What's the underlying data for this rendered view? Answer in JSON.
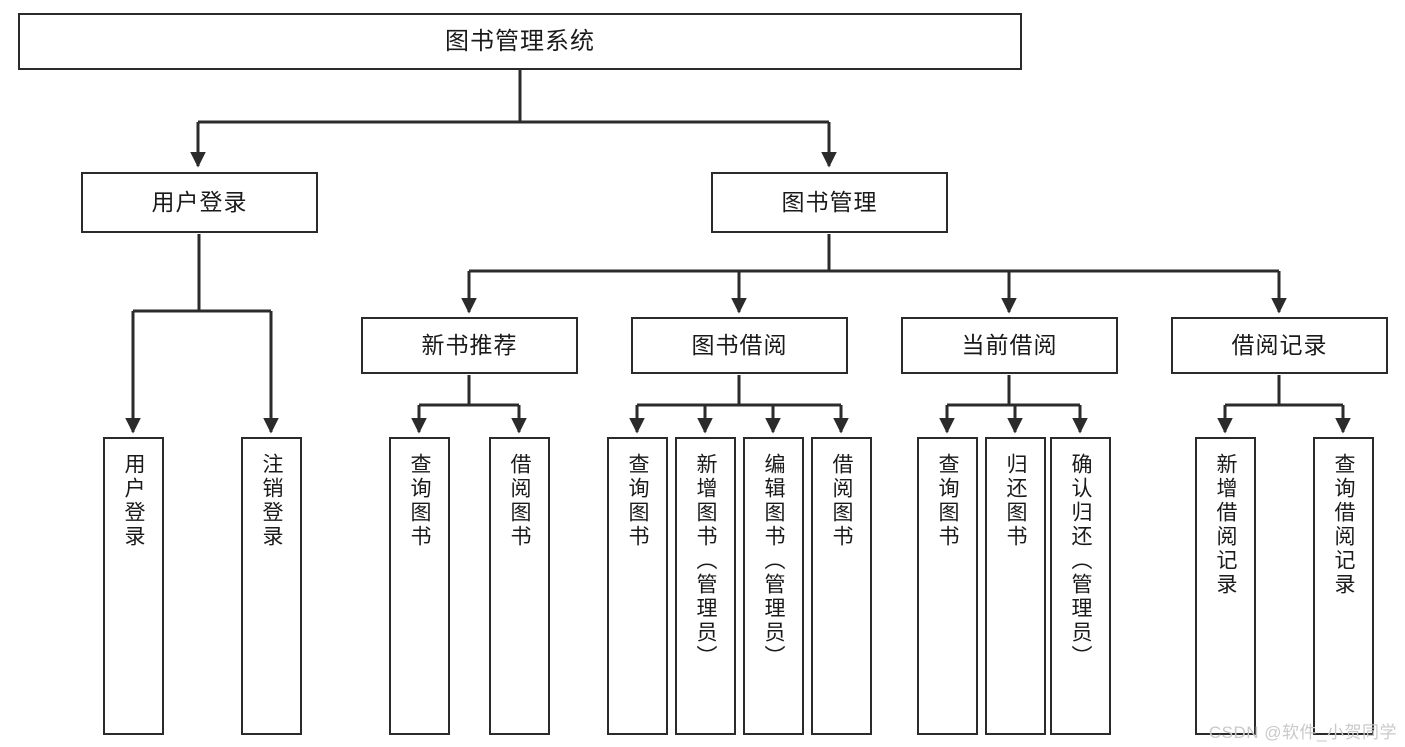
{
  "diagram": {
    "title": "图书管理系统",
    "type": "hierarchy-tree",
    "watermark": "CSDN @软件_小贺同学",
    "colors": {
      "stroke": "#2b2b2b",
      "fill": "#ffffff",
      "text": "#1a1a1a",
      "watermark": "#c9c9c9"
    },
    "levels": {
      "level0": [
        {
          "id": "root",
          "label": "图书管理系统"
        }
      ],
      "level1": [
        {
          "id": "user-login",
          "label": "用户登录"
        },
        {
          "id": "book-manage",
          "label": "图书管理"
        }
      ],
      "level2": [
        {
          "id": "new-book-rec",
          "label": "新书推荐"
        },
        {
          "id": "book-borrow",
          "label": "图书借阅"
        },
        {
          "id": "current-borrow",
          "label": "当前借阅"
        },
        {
          "id": "borrow-record",
          "label": "借阅记录"
        }
      ],
      "level3": [
        {
          "id": "leaf-user-login",
          "label": "用户登录",
          "parent": "user-login"
        },
        {
          "id": "leaf-logout-login",
          "label": "注销登录",
          "parent": "user-login"
        },
        {
          "id": "leaf-query-book-1",
          "label": "查询图书",
          "parent": "new-book-rec"
        },
        {
          "id": "leaf-borrow-book-1",
          "label": "借阅图书",
          "parent": "new-book-rec"
        },
        {
          "id": "leaf-query-book-2",
          "label": "查询图书",
          "parent": "book-borrow"
        },
        {
          "id": "leaf-add-book",
          "label": "新增图书（管理员）",
          "parent": "book-borrow"
        },
        {
          "id": "leaf-edit-book",
          "label": "编辑图书（管理员）",
          "parent": "book-borrow"
        },
        {
          "id": "leaf-borrow-book-2",
          "label": "借阅图书",
          "parent": "book-borrow"
        },
        {
          "id": "leaf-query-book-3",
          "label": "查询图书",
          "parent": "current-borrow"
        },
        {
          "id": "leaf-return-book",
          "label": "归还图书",
          "parent": "current-borrow"
        },
        {
          "id": "leaf-confirm-return",
          "label": "确认归还（管理员）",
          "parent": "current-borrow"
        },
        {
          "id": "leaf-add-record",
          "label": "新增借阅记录",
          "parent": "borrow-record"
        },
        {
          "id": "leaf-query-record",
          "label": "查询借阅记录",
          "parent": "borrow-record"
        }
      ]
    }
  }
}
